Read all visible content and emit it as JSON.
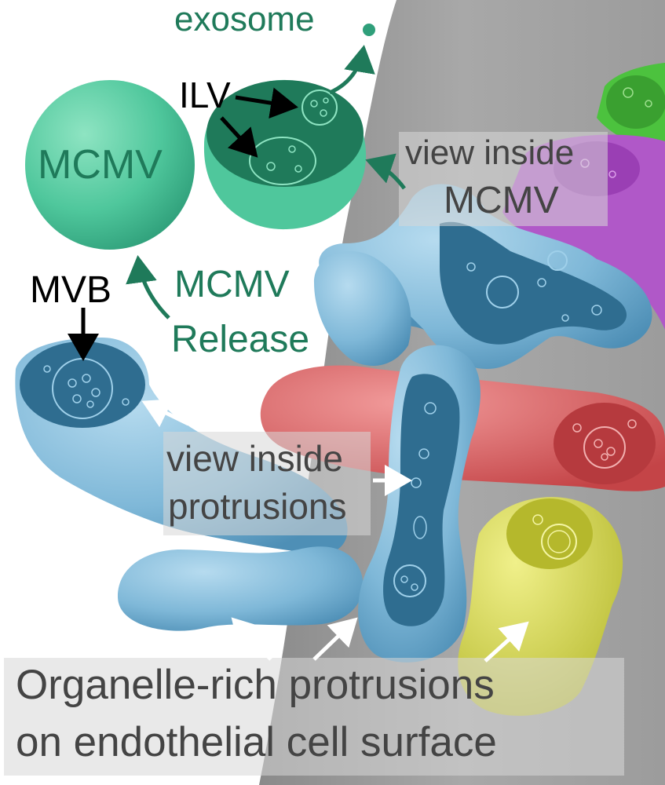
{
  "labels": {
    "exosome": "exosome",
    "ilv": "ILV",
    "mcmv_sphere": "MCMV",
    "view_inside_mcmv_line1": "view inside",
    "view_inside_mcmv_line2": "MCMV",
    "mvb": "MVB",
    "release_line1": "MCMV",
    "release_line2": "Release",
    "view_inside_protrusions_line1": "view inside",
    "view_inside_protrusions_line2": "protrusions",
    "caption_line1": "Organelle-rich protrusions",
    "caption_line2": "on endothelial cell surface"
  },
  "colors": {
    "teal_label": "#1f7a5a",
    "mcmv_sphere": "#4fc79c",
    "blue_protrusion": "#7fb8d8",
    "red_protrusion": "#d75a5e",
    "yellow_protrusion": "#d8da55",
    "purple_protrusion": "#b058c8",
    "green_protrusion": "#4cc23e",
    "cell_surface": "#9a9a9a",
    "label_dark": "#444444"
  }
}
